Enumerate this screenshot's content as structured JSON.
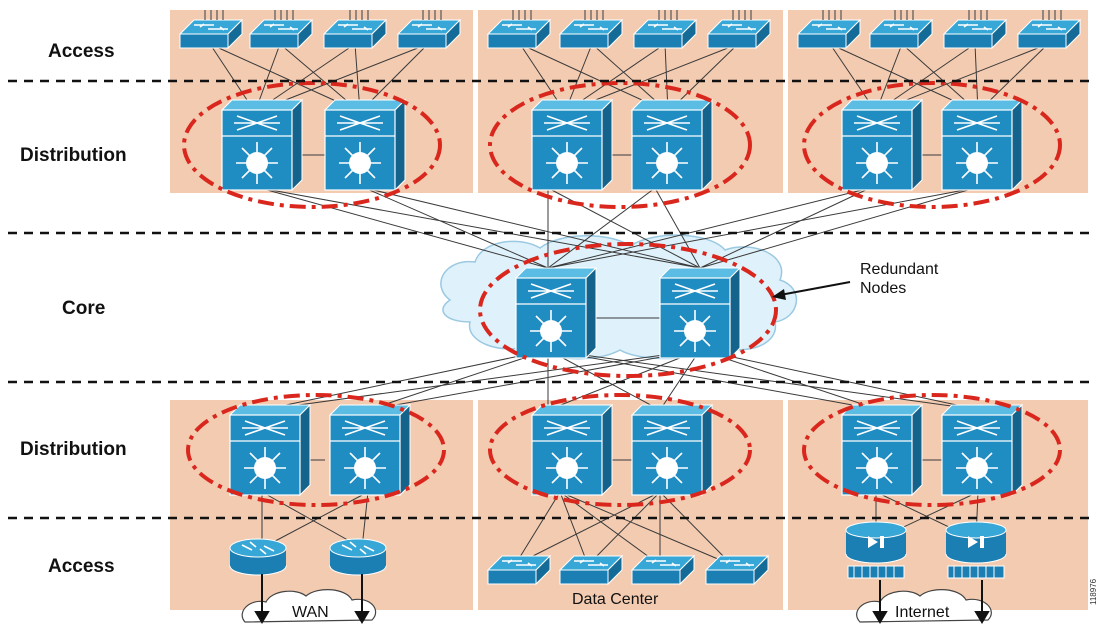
{
  "layers": {
    "access_top": "Access",
    "distribution_top": "Distribution",
    "core": "Core",
    "distribution_bottom": "Distribution",
    "access_bottom": "Access"
  },
  "annotations": {
    "redundant_nodes_line1": "Redundant",
    "redundant_nodes_line2": "Nodes"
  },
  "clouds": {
    "wan": "WAN",
    "data_center": "Data Center",
    "internet": "Internet"
  },
  "figure_id": "118976",
  "colors": {
    "panel": "#f3cbb1",
    "device_blue": "#1f8cc2",
    "redundancy_ring": "#d9271e",
    "core_cloud": "#dff1fa"
  },
  "icons": {
    "access_switch": "workgroup-switch-icon",
    "multilayer_switch": "multilayer-switch-icon",
    "router": "router-icon",
    "firewall": "firewall-icon",
    "cloud": "cloud-icon"
  }
}
